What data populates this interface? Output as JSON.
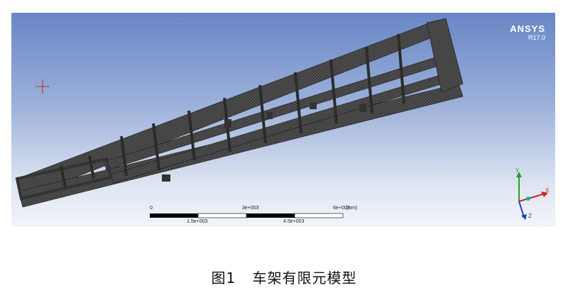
{
  "app": {
    "brand": "ANSYS",
    "version": "R17.0"
  },
  "scale_bar": {
    "unit": "(mm)",
    "ticks_top": [
      "0",
      "3e+003",
      "6e+003"
    ],
    "ticks_bottom": [
      "1.5e+003",
      "4.5e+003"
    ]
  },
  "axes": {
    "x": "X",
    "y": "Y",
    "z": "Z",
    "x_color": "#d02020",
    "y_color": "#20a020",
    "z_color": "#2040c0"
  },
  "caption": {
    "figure": "图1",
    "title": "车架有限元模型"
  },
  "colors": {
    "background_top": "#6886c6",
    "background_bottom": "#f3f5fa",
    "mesh": "#2b2b2b"
  }
}
